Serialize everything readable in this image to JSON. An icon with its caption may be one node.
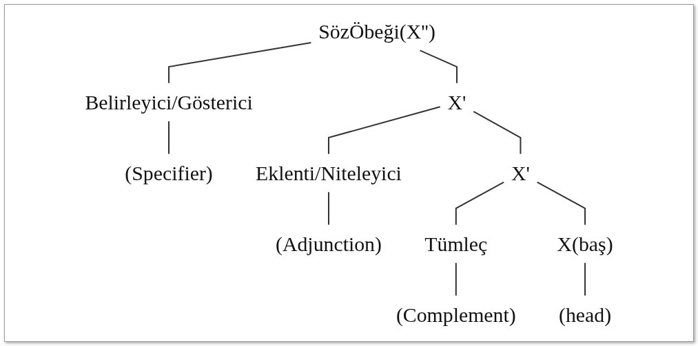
{
  "diagram": {
    "nodes": [
      {
        "text": [
          "SözÖbeği(X'')"
        ]
      },
      {
        "text": [
          "Belirleyici/Gösterici"
        ]
      },
      {
        "text": [
          "X'"
        ]
      },
      {
        "text": [
          "(Specifier)"
        ]
      },
      {
        "text": [
          "Eklenti/Niteleyici"
        ]
      },
      {
        "text": [
          "X'"
        ]
      },
      {
        "text": [
          "(Adjunction)"
        ]
      },
      {
        "text": [
          "Tümleç"
        ]
      },
      {
        "text": [
          "X(baş)"
        ]
      },
      {
        "text": [
          "(Complement)"
        ]
      },
      {
        "text": [
          "(head)"
        ]
      }
    ],
    "edges": [
      {
        "from": 0,
        "to": 1,
        "arrow": "none"
      },
      {
        "from": 0,
        "to": 2,
        "arrow": "none"
      },
      {
        "from": 1,
        "to": 3,
        "arrow": "none"
      },
      {
        "from": 2,
        "to": 4,
        "arrow": "none"
      },
      {
        "from": 2,
        "to": 5,
        "arrow": "none"
      },
      {
        "from": 4,
        "to": 6,
        "arrow": "none"
      },
      {
        "from": 5,
        "to": 7,
        "arrow": "none"
      },
      {
        "from": 5,
        "to": 8,
        "arrow": "none"
      },
      {
        "from": 7,
        "to": 9,
        "arrow": "none"
      },
      {
        "from": 8,
        "to": 10,
        "arrow": "none"
      }
    ]
  }
}
